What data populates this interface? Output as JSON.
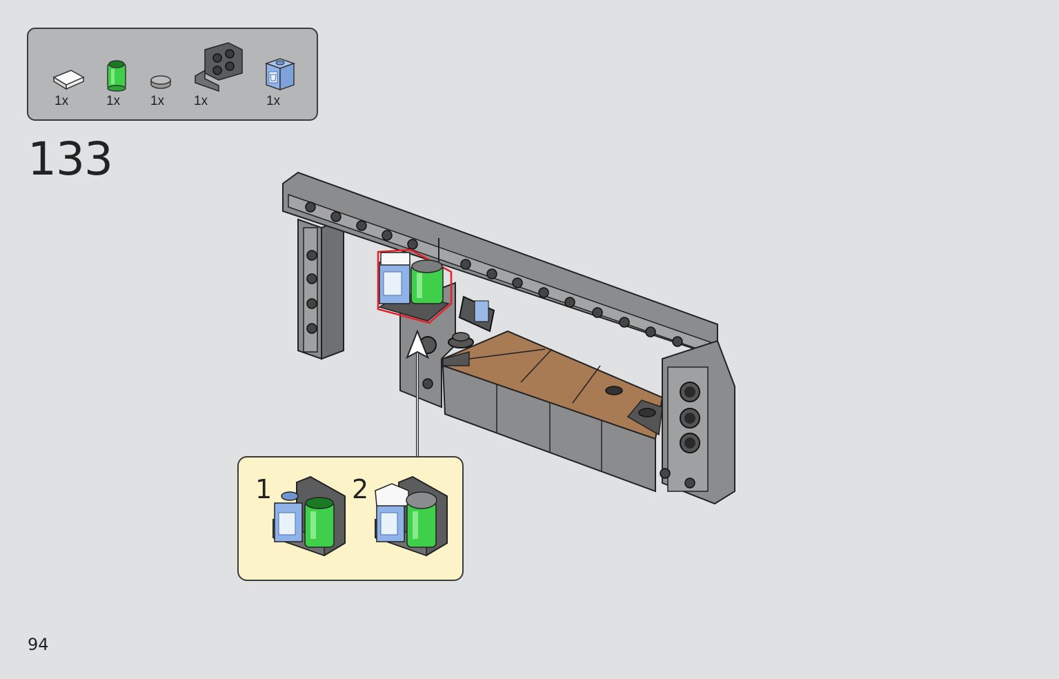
{
  "parts_list": {
    "items": [
      {
        "icon": "white-tile-icon",
        "quantity": "1x"
      },
      {
        "icon": "green-transparent-round-brick-icon",
        "quantity": "1x"
      },
      {
        "icon": "grey-round-tile-icon",
        "quantity": "1x"
      },
      {
        "icon": "dark-grey-bracket-plate-icon",
        "quantity": "1x"
      },
      {
        "icon": "blue-printed-brick-icon",
        "quantity": "1x"
      }
    ]
  },
  "step": {
    "number": "133"
  },
  "sub_assembly": {
    "steps": [
      {
        "label": "1"
      },
      {
        "label": "2"
      }
    ]
  },
  "page": {
    "number": "94"
  },
  "colors": {
    "background": "#e0e1e2",
    "parts_box": "#b4b6b8",
    "sub_assembly_box": "#fdf3c8",
    "highlight": "#e8202a",
    "green_transparent": "#3fcf4a",
    "brown_counter": "#a97b55",
    "blue_brick": "#8fb3e8"
  }
}
